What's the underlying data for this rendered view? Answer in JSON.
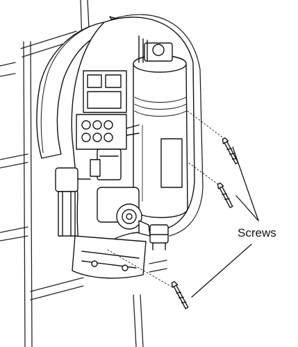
{
  "callout": {
    "label": "Screws"
  },
  "colors": {
    "ink": "#111111",
    "paper": "#ffffff",
    "shade": "#bdbdbd"
  },
  "icons": [
    "screw-icon",
    "shower-unit-illustration",
    "wall-tiles"
  ]
}
